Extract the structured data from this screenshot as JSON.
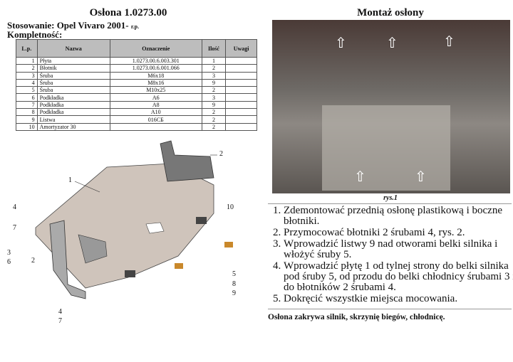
{
  "left": {
    "title": "Osłona 1.0273.00",
    "application_label": "Stosowanie: Opel Vivaro 2001-",
    "application_suffix": "r.p.",
    "contents_label": "Kompletność:",
    "table": {
      "headers": [
        "L.p.",
        "Nazwa",
        "Oznaczenie",
        "Ilość",
        "Uwagi"
      ],
      "rows": [
        [
          "1",
          "Płyta",
          "1.0273.00.6.003.301",
          "1",
          ""
        ],
        [
          "2",
          "Błotnik",
          "1.0273.00.6.001.066",
          "2",
          ""
        ],
        [
          "3",
          "Śruba",
          "M6x18",
          "3",
          ""
        ],
        [
          "4",
          "Śruba",
          "M8x16",
          "9",
          ""
        ],
        [
          "5",
          "Śruba",
          "M10x25",
          "2",
          ""
        ],
        [
          "6",
          "Podkładka",
          "A6",
          "3",
          ""
        ],
        [
          "7",
          "Podkładka",
          "A8",
          "9",
          ""
        ],
        [
          "8",
          "Podkładka",
          "A10",
          "2",
          ""
        ],
        [
          "9",
          "Listwa",
          "016СБ",
          "2",
          ""
        ],
        [
          "10",
          "Amortyzator 30",
          "",
          "2",
          ""
        ]
      ]
    },
    "diagram_labels": [
      "1",
      "2",
      "10",
      "4",
      "7",
      "3",
      "6",
      "2",
      "5",
      "8",
      "9",
      "4",
      "7"
    ]
  },
  "right": {
    "title": "Montaż osłony",
    "figure_caption": "rys.1",
    "steps": [
      "Zdemontować przednią osłonę plastikową i boczne błotniki.",
      "Przymocować błotniki 2 śrubami 4, rys. 2.",
      "Wprowadzić listwy 9 nad otworami belki silnika i włożyć śruby 5.",
      "Wprowadzić płytę 1 od tylnej strony do belki silnika pod śruby 5, od przodu do belki chłodnicy śrubami 3 i do błotników 2 śrubami 4.",
      "Dokręcić wszystkie miejsca mocowania."
    ],
    "footer": "Osłona zakrywa silnik, skrzynię biegów, chłodnicę."
  }
}
